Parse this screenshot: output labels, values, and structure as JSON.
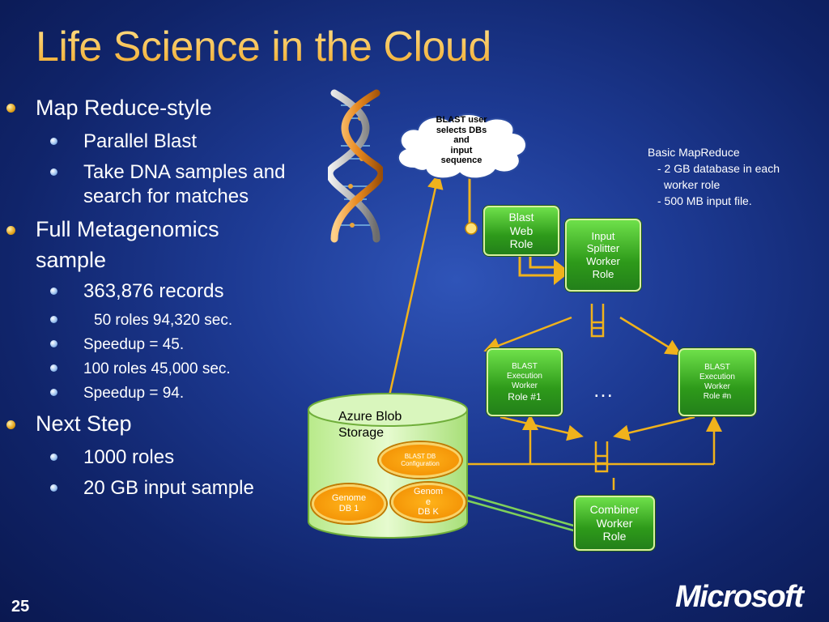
{
  "title": "Life Science in the Cloud",
  "bullets": {
    "map_reduce": "Map Reduce-style",
    "parallel_blast": "Parallel Blast",
    "take_dna_1": "Take DNA samples and",
    "take_dna_2": "search for matches",
    "full_meta_1": "Full Metagenomics",
    "full_meta_2": "sample",
    "records": "363,876 records",
    "roles50": "50 roles  94,320 sec.",
    "speedup45": "Speedup = 45.",
    "roles100": "100 roles  45,000 sec.",
    "speedup94": "Speedup = 94.",
    "next_step": "Next Step",
    "roles1000": "1000 roles",
    "input20": "20 GB input sample"
  },
  "diagram": {
    "cloud": [
      "BLAST user",
      "selects DBs",
      "and",
      "input",
      "sequence"
    ],
    "blast_web_role": [
      "Blast",
      "Web",
      "Role"
    ],
    "input_splitter": [
      "Input",
      "Splitter",
      "Worker",
      "Role"
    ],
    "exec_1": [
      "BLAST",
      "Execution",
      "Worker",
      "Role #1"
    ],
    "exec_n": [
      "BLAST",
      "Execution",
      "Worker",
      "Role #n"
    ],
    "ellipsis": "…",
    "combiner": [
      "Combiner",
      "Worker",
      "Role"
    ],
    "azure": [
      "Azure Blob",
      "Storage"
    ],
    "blast_db_config": [
      "BLAST DB",
      "Configuration"
    ],
    "genome1": [
      "Genome",
      "DB 1"
    ],
    "genomek": [
      "Genom",
      "e",
      "DB K"
    ],
    "note": [
      "Basic MapReduce",
      "- 2 GB database in each",
      "worker role",
      "- 500 MB input file."
    ]
  },
  "footer": {
    "page_number": "25",
    "logo_text": "Microsoft"
  },
  "colors": {
    "title_gold": "#f3c04a",
    "arrow_gold": "#f0b21c",
    "box_green": "#3aa820",
    "storage_green": "#c8f0a0",
    "background_blue": "#1d3a93"
  }
}
